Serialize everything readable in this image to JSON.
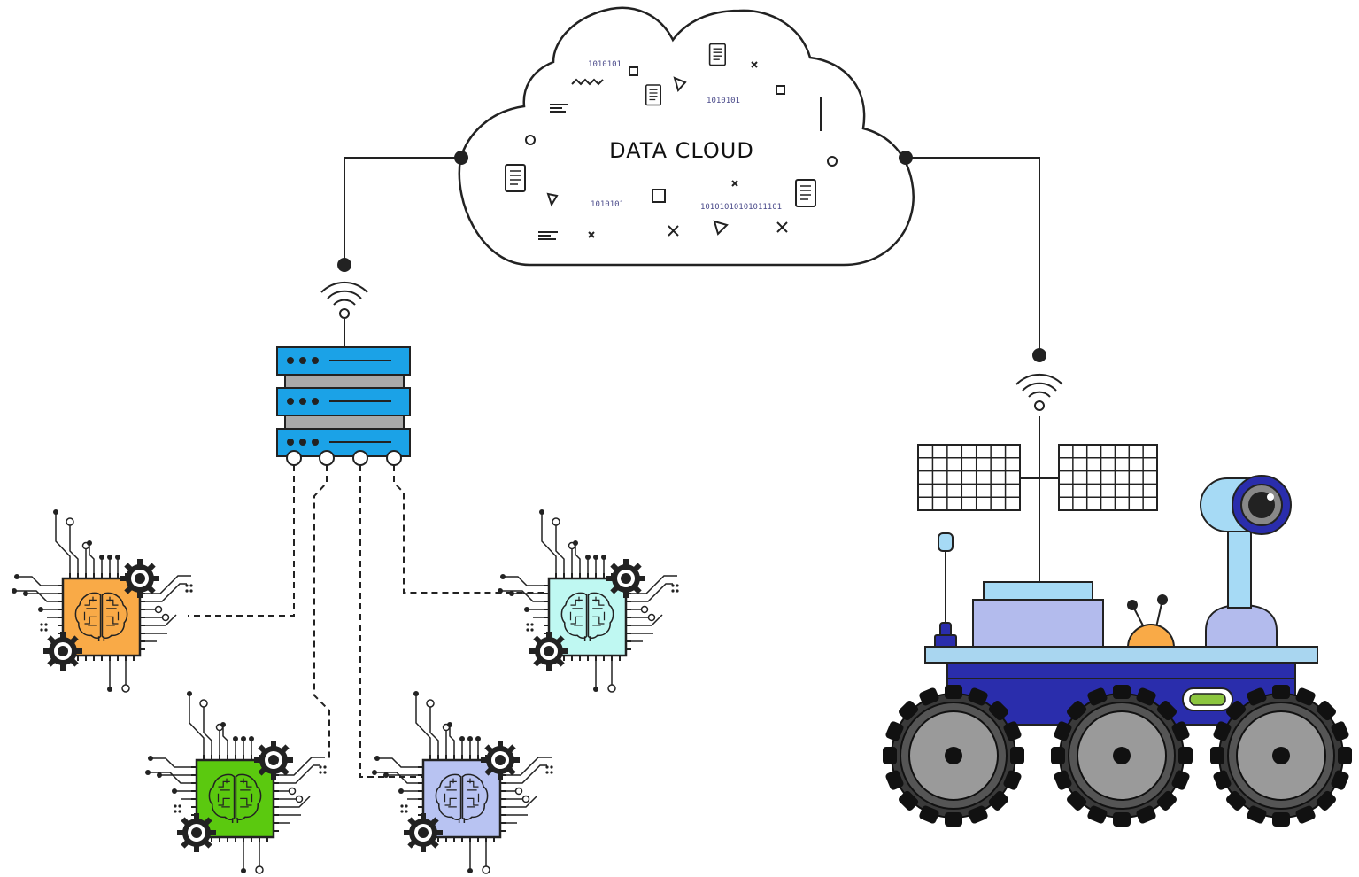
{
  "cloud": {
    "title": "DATA CLOUD",
    "binary_labels": [
      "1010101",
      "1010101",
      "1010101",
      "10101010101011101"
    ]
  },
  "icons": {
    "cloud": "cloud-icon",
    "server": "server-rack-icon",
    "wifi": "wifi-signal-icon",
    "chip": "ai-chip-brain-icon",
    "gear": "gear-icon",
    "rover": "rover-robot-icon",
    "solar_panel": "solar-panel-icon",
    "camera": "camera-eye-icon"
  },
  "chips": [
    {
      "id": "chip-orange",
      "color": "#F9AA47"
    },
    {
      "id": "chip-cyan",
      "color": "#BFF8F2"
    },
    {
      "id": "chip-green",
      "color": "#5BC90F"
    },
    {
      "id": "chip-lavender",
      "color": "#B8C3F2"
    }
  ],
  "colors": {
    "server_blue": "#1BA2E7",
    "server_gray": "#A9A9A9",
    "rover_body": "#2A2DAC",
    "rover_top": "#A9D6F0",
    "rover_box": "#B3BBED",
    "rover_light": "#A6DAF5",
    "wheel_gray": "#9A9A9A",
    "tire_dark": "#3A3A3A",
    "indicator_green": "#8CC63F",
    "antenna_orange": "#F9AA47"
  }
}
